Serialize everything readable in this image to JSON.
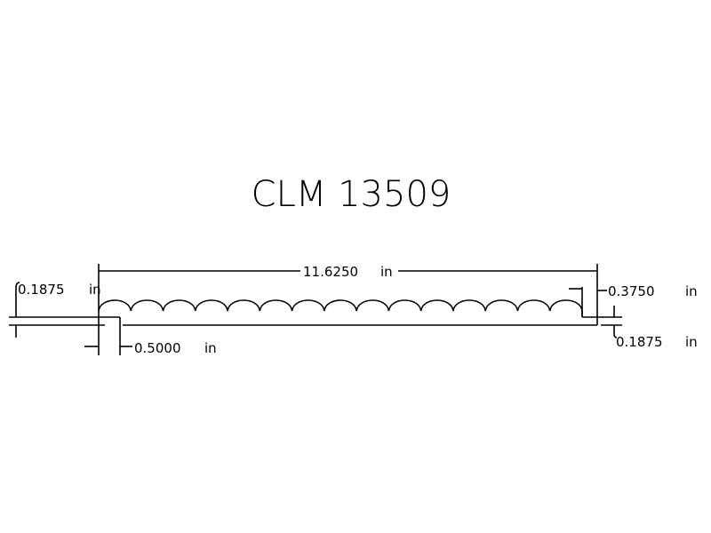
{
  "title": "CLM 13509",
  "dimensions": {
    "overall_length": {
      "value": "11.6250",
      "unit": "in"
    },
    "left_thickness": {
      "value": "0.1875",
      "unit": "in"
    },
    "left_notch": {
      "value": "0.5000",
      "unit": "in"
    },
    "right_height": {
      "value": "0.3750",
      "unit": "in"
    },
    "right_thickness": {
      "value": "0.1875",
      "unit": "in"
    }
  },
  "scallop_count": 15
}
